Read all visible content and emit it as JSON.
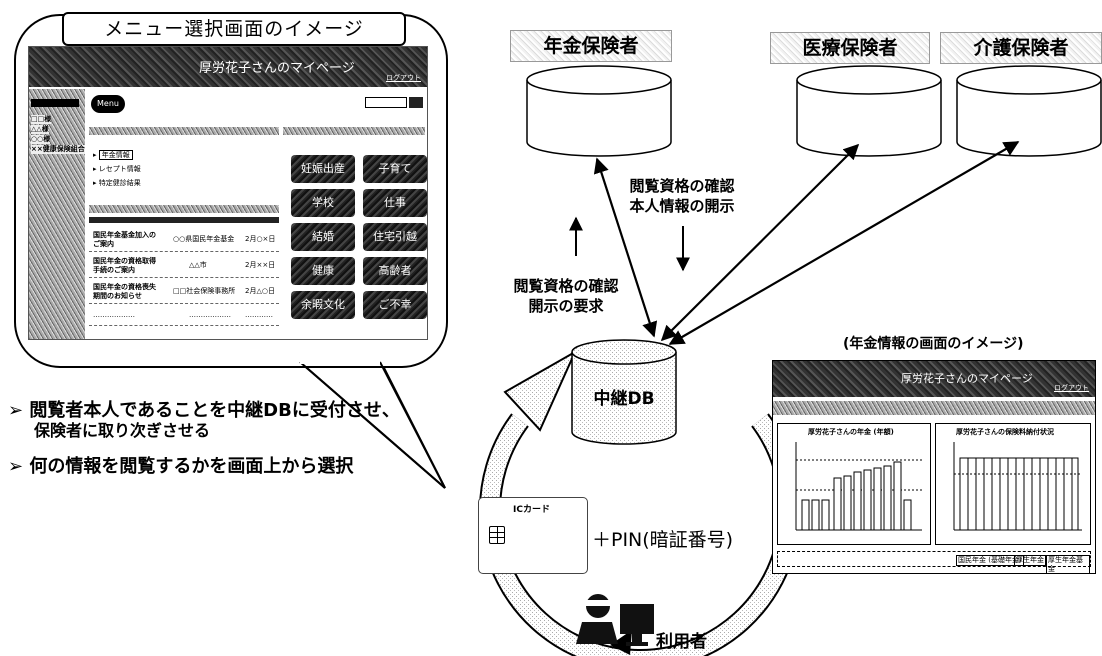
{
  "bubble": {
    "title": "メニュー選択画面のイメージ",
    "mypage": {
      "header": "厚労花子さんのマイページ",
      "logout": "ログアウト",
      "menu_badge": "Menu",
      "sidebar_items": [
        "□□様",
        "△△様",
        "○○様",
        "××健康保険組合"
      ],
      "left_list": [
        "年金情報",
        "レセプト情報",
        "特定健診結果"
      ],
      "notices": [
        {
          "title": "国民年金基金加入のご案内",
          "from": "○○県国民年金基金",
          "date": "2月○×日"
        },
        {
          "title": "国民年金の資格取得手続のご案内",
          "from": "△△市",
          "date": "2月××日"
        },
        {
          "title": "国民年金の資格喪失期間のお知らせ",
          "from": "□□社会保険事務所",
          "date": "2月△○日"
        },
        {
          "title": "………………",
          "from": "………………",
          "date": "…………"
        }
      ],
      "life_buttons": [
        "妊娠出産",
        "子育て",
        "学校",
        "仕事",
        "結婚",
        "住宅引越",
        "健康",
        "高齢者",
        "余暇文化",
        "ご不幸"
      ]
    }
  },
  "insurers": {
    "pension": "年金保険者",
    "medical": "医療保険者",
    "care": "介護保険者"
  },
  "central_db": "中継DB",
  "annotations": {
    "confirm_line1": "閲覧資格の確認",
    "confirm_line2": "本人情報の開示",
    "request_line1": "閲覧資格の確認",
    "request_line2": "開示の要求"
  },
  "pension_screen": {
    "caption": "(年金情報の画面のイメージ)",
    "header": "厚労花子さんのマイページ",
    "logout": "ログアウト",
    "chart1_title": "厚労花子さんの年金 (年額)",
    "chart2_title": "厚労花子さんの保険料納付状況",
    "footer": [
      "国民年金 (基礎年金)",
      "厚生年金",
      "厚生年金基金"
    ]
  },
  "bullets": [
    "閲覧者本人であることを中継DBに受付させ、",
    "保険者に取り次ぎさせる",
    "何の情報を閲覧するかを画面上から選択"
  ],
  "iccard": {
    "label": "ICカード"
  },
  "pin": "＋PIN(暗証番号)",
  "user": "利用者",
  "colors": {
    "ink": "#000000",
    "stipple": "#c8c8c8"
  }
}
